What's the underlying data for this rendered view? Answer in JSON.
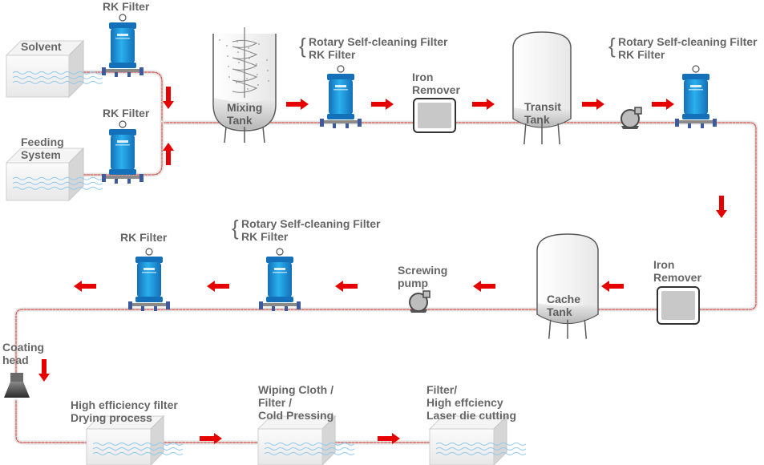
{
  "colors": {
    "pipe": "#d9534a",
    "pipe_edge": "#e4e4e4",
    "arrow": "#e60000",
    "filter_body": "#1f9fe0",
    "filter_dark": "#1470b8",
    "tank_gray": "#c9c9c9",
    "label": "#5a5a5a"
  },
  "labels": {
    "solvent": "Solvent",
    "feeding": [
      "Feeding",
      "System"
    ],
    "rk_top": "RK Filter",
    "rk_mid": "RK Filter",
    "mixing_tank": [
      "Mixing",
      "Tank"
    ],
    "rotary_1": [
      "Rotary Self-cleaning Filter",
      "RK Filter"
    ],
    "iron_1": [
      "Iron",
      "Remover"
    ],
    "transit_tank": [
      "Transit",
      "Tank"
    ],
    "rotary_2": [
      "Rotary Self-cleaning Filter",
      "RK Filter"
    ],
    "iron_2": [
      "Iron",
      "Remover"
    ],
    "cache_tank": [
      "Cache",
      "Tank"
    ],
    "screwing_pump": [
      "Screwing",
      "pump"
    ],
    "rotary_3": [
      "Rotary Self-cleaning Filter",
      "RK Filter"
    ],
    "rk_row2": "RK Filter",
    "coating_head": [
      "Coating",
      "head"
    ],
    "hef_drying": [
      "High efficiency filter",
      "Drying process"
    ],
    "wiping": [
      "Wiping Cloth /",
      "Filter /",
      "Cold Pressing"
    ],
    "laser": [
      "Filter/",
      "High effciency",
      "Laser die cutting"
    ],
    "brace": "{"
  },
  "icons": {
    "filter": "rk-filter-icon",
    "pump": "pump-icon",
    "iron_remover": "iron-remover-icon",
    "vessel": "tank-icon",
    "box": "container-icon",
    "coating_head": "coating-head-icon",
    "arrow": "flow-arrow-icon"
  }
}
